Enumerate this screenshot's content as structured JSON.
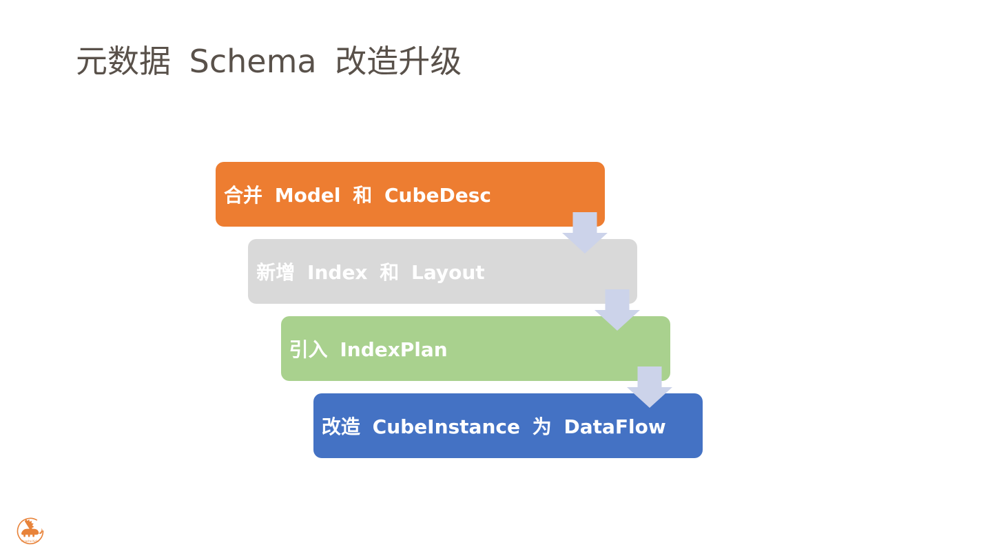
{
  "slide": {
    "title": "元数据 Schema 改造升级",
    "background_color": "#ffffff",
    "title_color": "#59514a"
  },
  "diagram": {
    "steps": [
      {
        "label": "合并 Model 和 CubeDesc",
        "color": "#ed7d31"
      },
      {
        "label": "新增 Index 和 Layout",
        "color": "#d9d9d9"
      },
      {
        "label": "引入 IndexPlan",
        "color": "#a9d18e"
      },
      {
        "label": "改造 CubeInstance 为 DataFlow",
        "color": "#4472c4"
      }
    ],
    "label_color": "#ffffff",
    "arrow_color": "#ccd3ea"
  },
  "footer": {
    "logo_name": "apache-kylin-logo",
    "logo_text": "Apache Kylin",
    "logo_color": "#e8833a"
  }
}
